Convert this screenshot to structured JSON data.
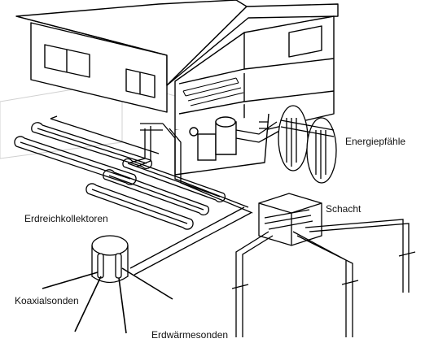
{
  "labels": {
    "energiepfaehle": "Energiepfähle",
    "schacht": "Schacht",
    "erdreichkollektoren": "Erdreichkollektoren",
    "koaxialsonden": "Koaxialsonden",
    "erdwaermesonden": "Erdwärmesonden"
  },
  "colors": {
    "line": "#000000",
    "ground_shade": "#e6e6e6",
    "background": "#ffffff"
  }
}
